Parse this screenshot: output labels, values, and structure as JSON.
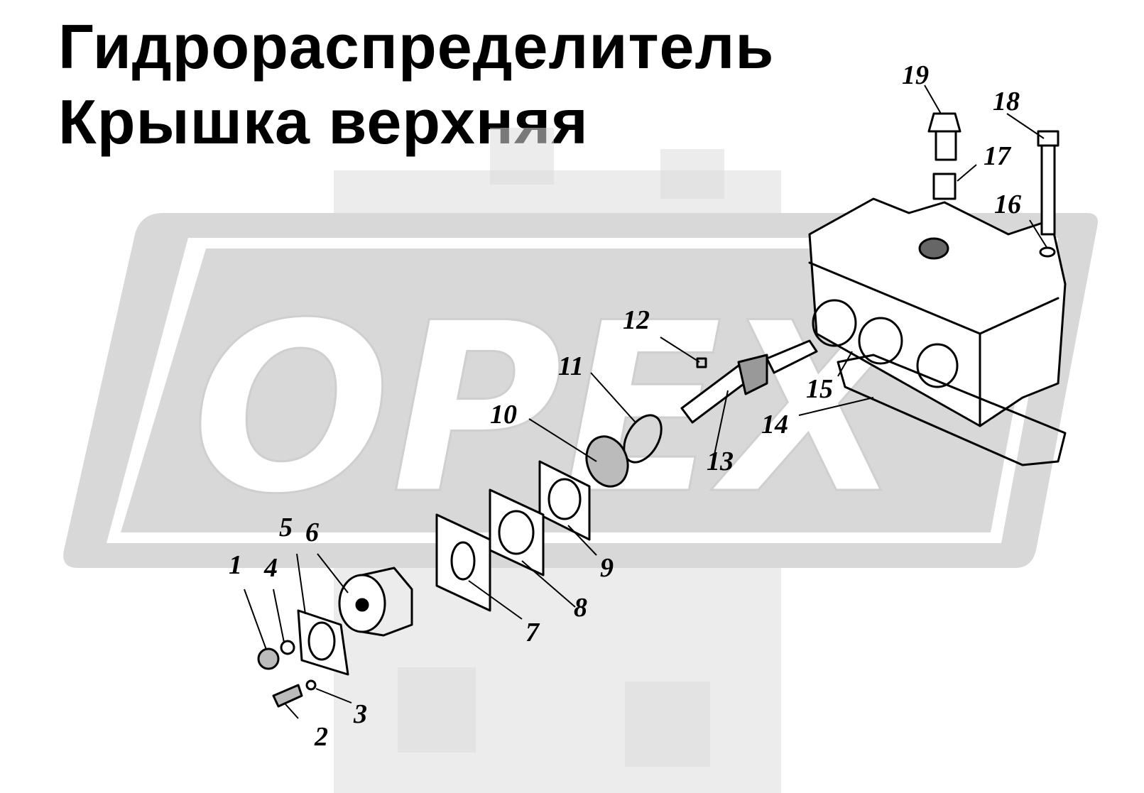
{
  "title": {
    "line1": "Гидрораспределитель",
    "line2": "Крышка верхняя"
  },
  "watermark": {
    "text": "OPEX",
    "color": "#d8d8d8"
  },
  "callouts": [
    "1",
    "2",
    "3",
    "4",
    "5",
    "6",
    "7",
    "8",
    "9",
    "10",
    "11",
    "12",
    "13",
    "14",
    "15",
    "16",
    "17",
    "18",
    "19"
  ],
  "colors": {
    "ink": "#000000",
    "background": "#ffffff",
    "watermark_gray": "#d8d8d8"
  }
}
